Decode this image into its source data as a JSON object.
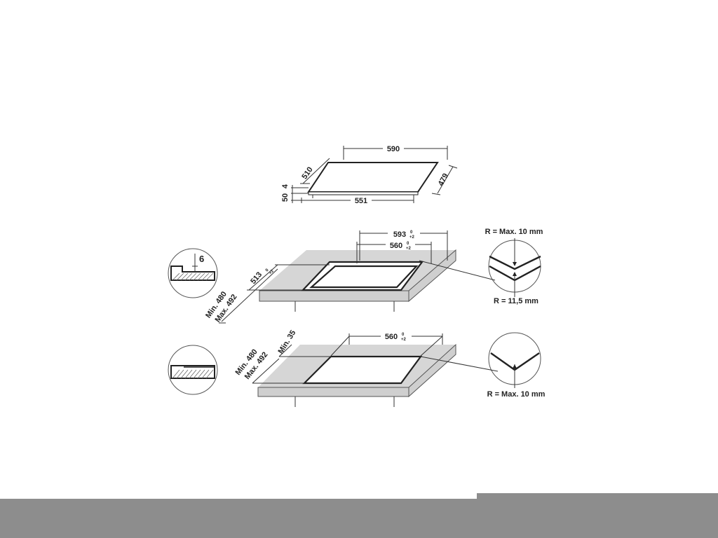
{
  "hob": {
    "width": "590",
    "depth": "510",
    "side_depth": "479",
    "front_width": "551",
    "height_total": "50",
    "glass_thickness": "4"
  },
  "standard_install": {
    "cut_width": "593",
    "cut_width_tol_top": "0",
    "cut_width_tol_bottom": "+2",
    "inner_width": "560",
    "inner_width_tol_top": "0",
    "inner_width_tol_bottom": "+2",
    "cut_depth": "513",
    "cut_depth_tol_top": "0",
    "cut_depth_tol_bottom": "+2",
    "min_depth": "Min. 480",
    "max_depth": "Max. 492",
    "recess_depth": "6",
    "corner_radius_outer": "R = Max. 10 mm",
    "corner_radius_inner": "R = 11,5 mm"
  },
  "flush_install": {
    "inner_width": "560",
    "inner_width_tol_top": "0",
    "inner_width_tol_bottom": "+2",
    "min_depth": "Min. 480",
    "max_depth": "Max. 492",
    "min_edge": "Min. 35",
    "corner_radius": "R = Max. 10 mm"
  }
}
